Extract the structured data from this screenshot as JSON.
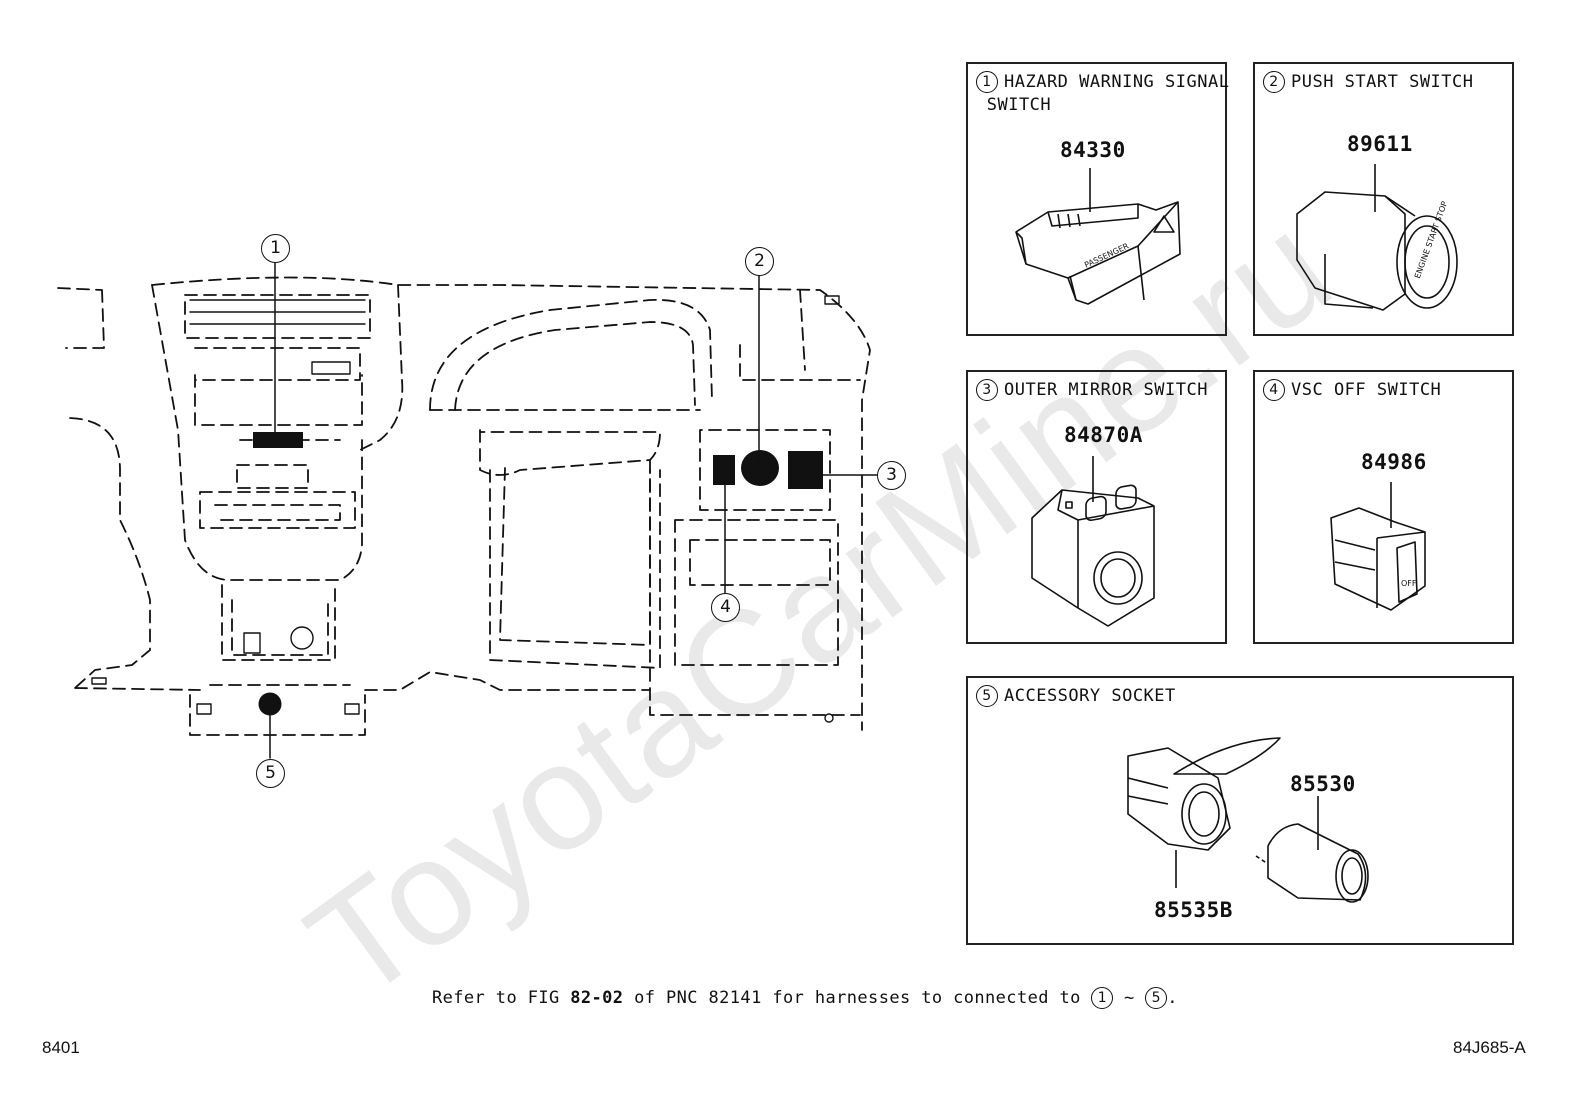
{
  "watermark": "ToyotaCarMine.ru",
  "diagram": {
    "callouts": [
      "1",
      "2",
      "3",
      "4",
      "5"
    ]
  },
  "panels": [
    {
      "number": "1",
      "title": "HAZARD WARNING SIGNAL\n SWITCH",
      "parts": [
        "84330"
      ]
    },
    {
      "number": "2",
      "title": "PUSH START SWITCH",
      "parts": [
        "89611"
      ]
    },
    {
      "number": "3",
      "title": "OUTER MIRROR SWITCH",
      "parts": [
        "84870A"
      ]
    },
    {
      "number": "4",
      "title": "VSC OFF SWITCH",
      "parts": [
        "84986"
      ]
    },
    {
      "number": "5",
      "title": "ACCESSORY SOCKET",
      "parts": [
        "85530",
        "85535B"
      ]
    }
  ],
  "labels": {
    "hazard_passenger": "PASSENGER",
    "push_start_text": "ENGINE START STOP",
    "vsc_text": "OFF"
  },
  "footnote": {
    "pre": "Refer to FIG ",
    "fig": "82-02",
    "mid": " of PNC 82141 for harnesses to connected to ",
    "from": "1",
    "sep": " ~ ",
    "to": "5",
    "end": "."
  },
  "footer": {
    "left_code": "8401",
    "right_code": "84J685-A"
  }
}
